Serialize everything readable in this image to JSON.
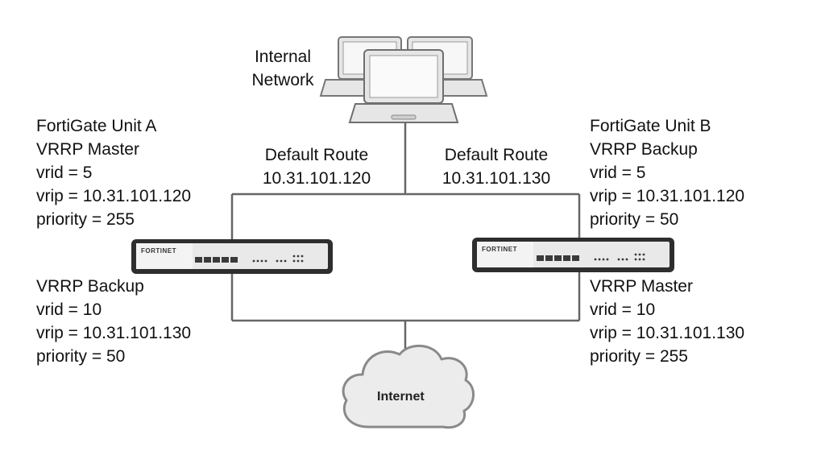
{
  "internal_network": {
    "line1": "Internal",
    "line2": "Network"
  },
  "route_a": {
    "title": "Default Route",
    "ip": "10.31.101.120"
  },
  "route_b": {
    "title": "Default Route",
    "ip": "10.31.101.130"
  },
  "unit_a": {
    "top": [
      "FortiGate Unit A",
      "VRRP Master",
      "vrid = 5",
      "vrip = 10.31.101.120",
      "priority = 255"
    ],
    "bottom": [
      "VRRP Backup",
      "vrid = 10",
      "vrip = 10.31.101.130",
      "priority = 50"
    ],
    "logo": "FORTINET"
  },
  "unit_b": {
    "top": [
      "FortiGate Unit B",
      "VRRP Backup",
      "vrid = 5",
      "vrip = 10.31.101.120",
      "priority = 50"
    ],
    "bottom": [
      "VRRP Master",
      "vrid = 10",
      "vrip = 10.31.101.130",
      "priority = 255"
    ],
    "logo": "FORTINET"
  },
  "internet": {
    "label": "Internet"
  },
  "colors": {
    "line": "#666666",
    "device_frame": "#2e2e2e",
    "device_face": "#e9e9e9",
    "laptop_fill": "#e6e6e6",
    "laptop_stroke": "#777777",
    "cloud_fill": "#ececec",
    "cloud_stroke": "#8a8a8a"
  }
}
